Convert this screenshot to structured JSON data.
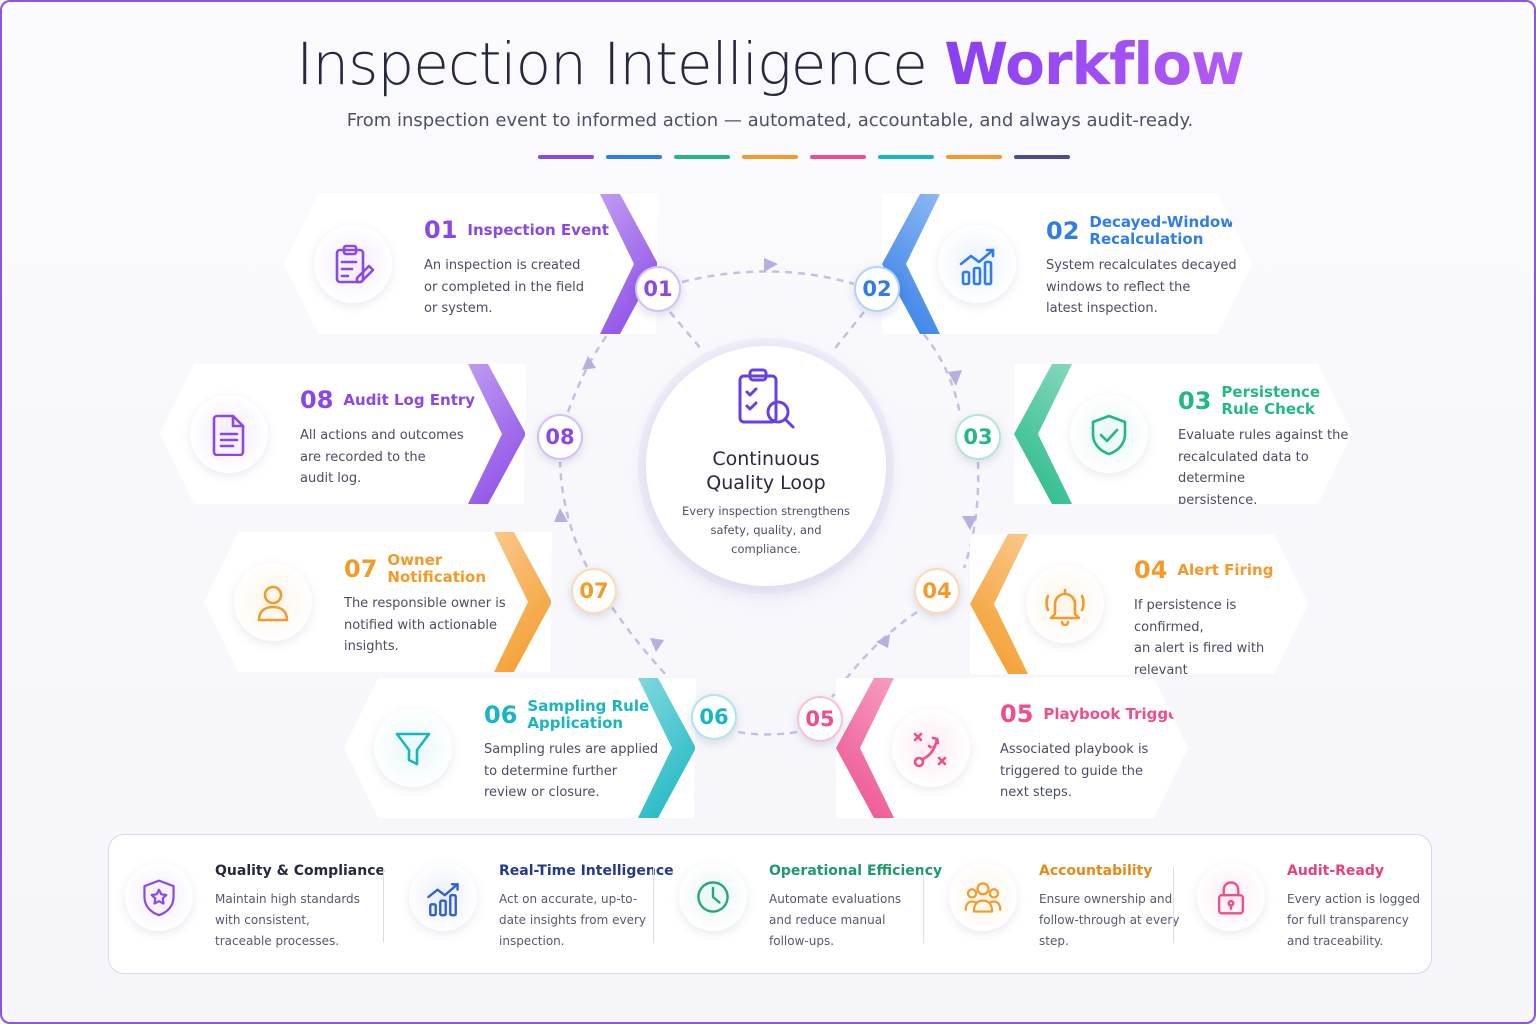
{
  "header": {
    "title_main": "Inspection Intelligence ",
    "title_accent": "Workflow",
    "subtitle": "From inspection event to informed action — automated, accountable, and always audit-ready."
  },
  "color_bars": [
    "#8a48e6",
    "#2f7de6",
    "#22b886",
    "#f39a28",
    "#ee4d8e",
    "#18b6c2",
    "#f39a28",
    "#4a4d8f"
  ],
  "center": {
    "title": "Continuous\nQuality Loop",
    "description": "Every inspection strengthens\nsafety, quality, and\ncompliance.",
    "icon": "clipboard-search-icon"
  },
  "steps": [
    {
      "num": "01",
      "title": "Inspection Event",
      "description": "An inspection is created\nor completed in the field\nor system.",
      "icon": "clipboard-edit-icon",
      "color": "#8a48e6"
    },
    {
      "num": "02",
      "title": "Decayed-Window\nRecalculation",
      "description": "System recalculates decayed\nwindows to reflect the\nlatest inspection.",
      "icon": "chart-trend-icon",
      "color": "#2f7de6"
    },
    {
      "num": "03",
      "title": "Persistence\nRule Check",
      "description": "Evaluate rules against the\nrecalculated data to determine\npersistence.",
      "icon": "shield-check-icon",
      "color": "#22b886"
    },
    {
      "num": "04",
      "title": "Alert Firing",
      "description": "If persistence is confirmed,\nan alert is fired with relevant\ncontext.",
      "icon": "bell-icon",
      "color": "#f39a28"
    },
    {
      "num": "05",
      "title": "Playbook Trigger",
      "description": "Associated playbook is\ntriggered to guide the\nnext steps.",
      "icon": "playbook-icon",
      "color": "#ee4d8e"
    },
    {
      "num": "06",
      "title": "Sampling Rule\nApplication",
      "description": "Sampling rules are applied\nto determine further\nreview or closure.",
      "icon": "funnel-icon",
      "color": "#18b6c2"
    },
    {
      "num": "07",
      "title": "Owner\nNotification",
      "description": "The responsible owner is\nnotified with actionable\ninsights.",
      "icon": "user-icon",
      "color": "#f39a28"
    },
    {
      "num": "08",
      "title": "Audit Log Entry",
      "description": "All actions and outcomes\nare recorded to the\naudit log.",
      "icon": "document-icon",
      "color": "#8a48e6"
    }
  ],
  "benefits": [
    {
      "title": "Quality & Compliance",
      "description": "Maintain high standards\nwith consistent,\ntraceable processes.",
      "icon": "shield-star-icon",
      "color": "#8a48e6",
      "title_color": "#262840"
    },
    {
      "title": "Real-Time Intelligence",
      "description": "Act on accurate, up-to-\ndate insights from every\ninspection.",
      "icon": "chart-trend-icon",
      "color": "#2f5fd0",
      "title_color": "#233a8c"
    },
    {
      "title": "Operational Efficiency",
      "description": "Automate evaluations\nand reduce manual\nfollow-ups.",
      "icon": "clock-icon",
      "color": "#22a878",
      "title_color": "#1c9a6c"
    },
    {
      "title": "Accountability",
      "description": "Ensure ownership and\nfollow-through at every\nstep.",
      "icon": "team-icon",
      "color": "#f39a28",
      "title_color": "#e58a15"
    },
    {
      "title": "Audit-Ready",
      "description": "Every action is logged\nfor full transparency\nand traceability.",
      "icon": "lock-icon",
      "color": "#ee4d8e",
      "title_color": "#e8407f"
    }
  ]
}
